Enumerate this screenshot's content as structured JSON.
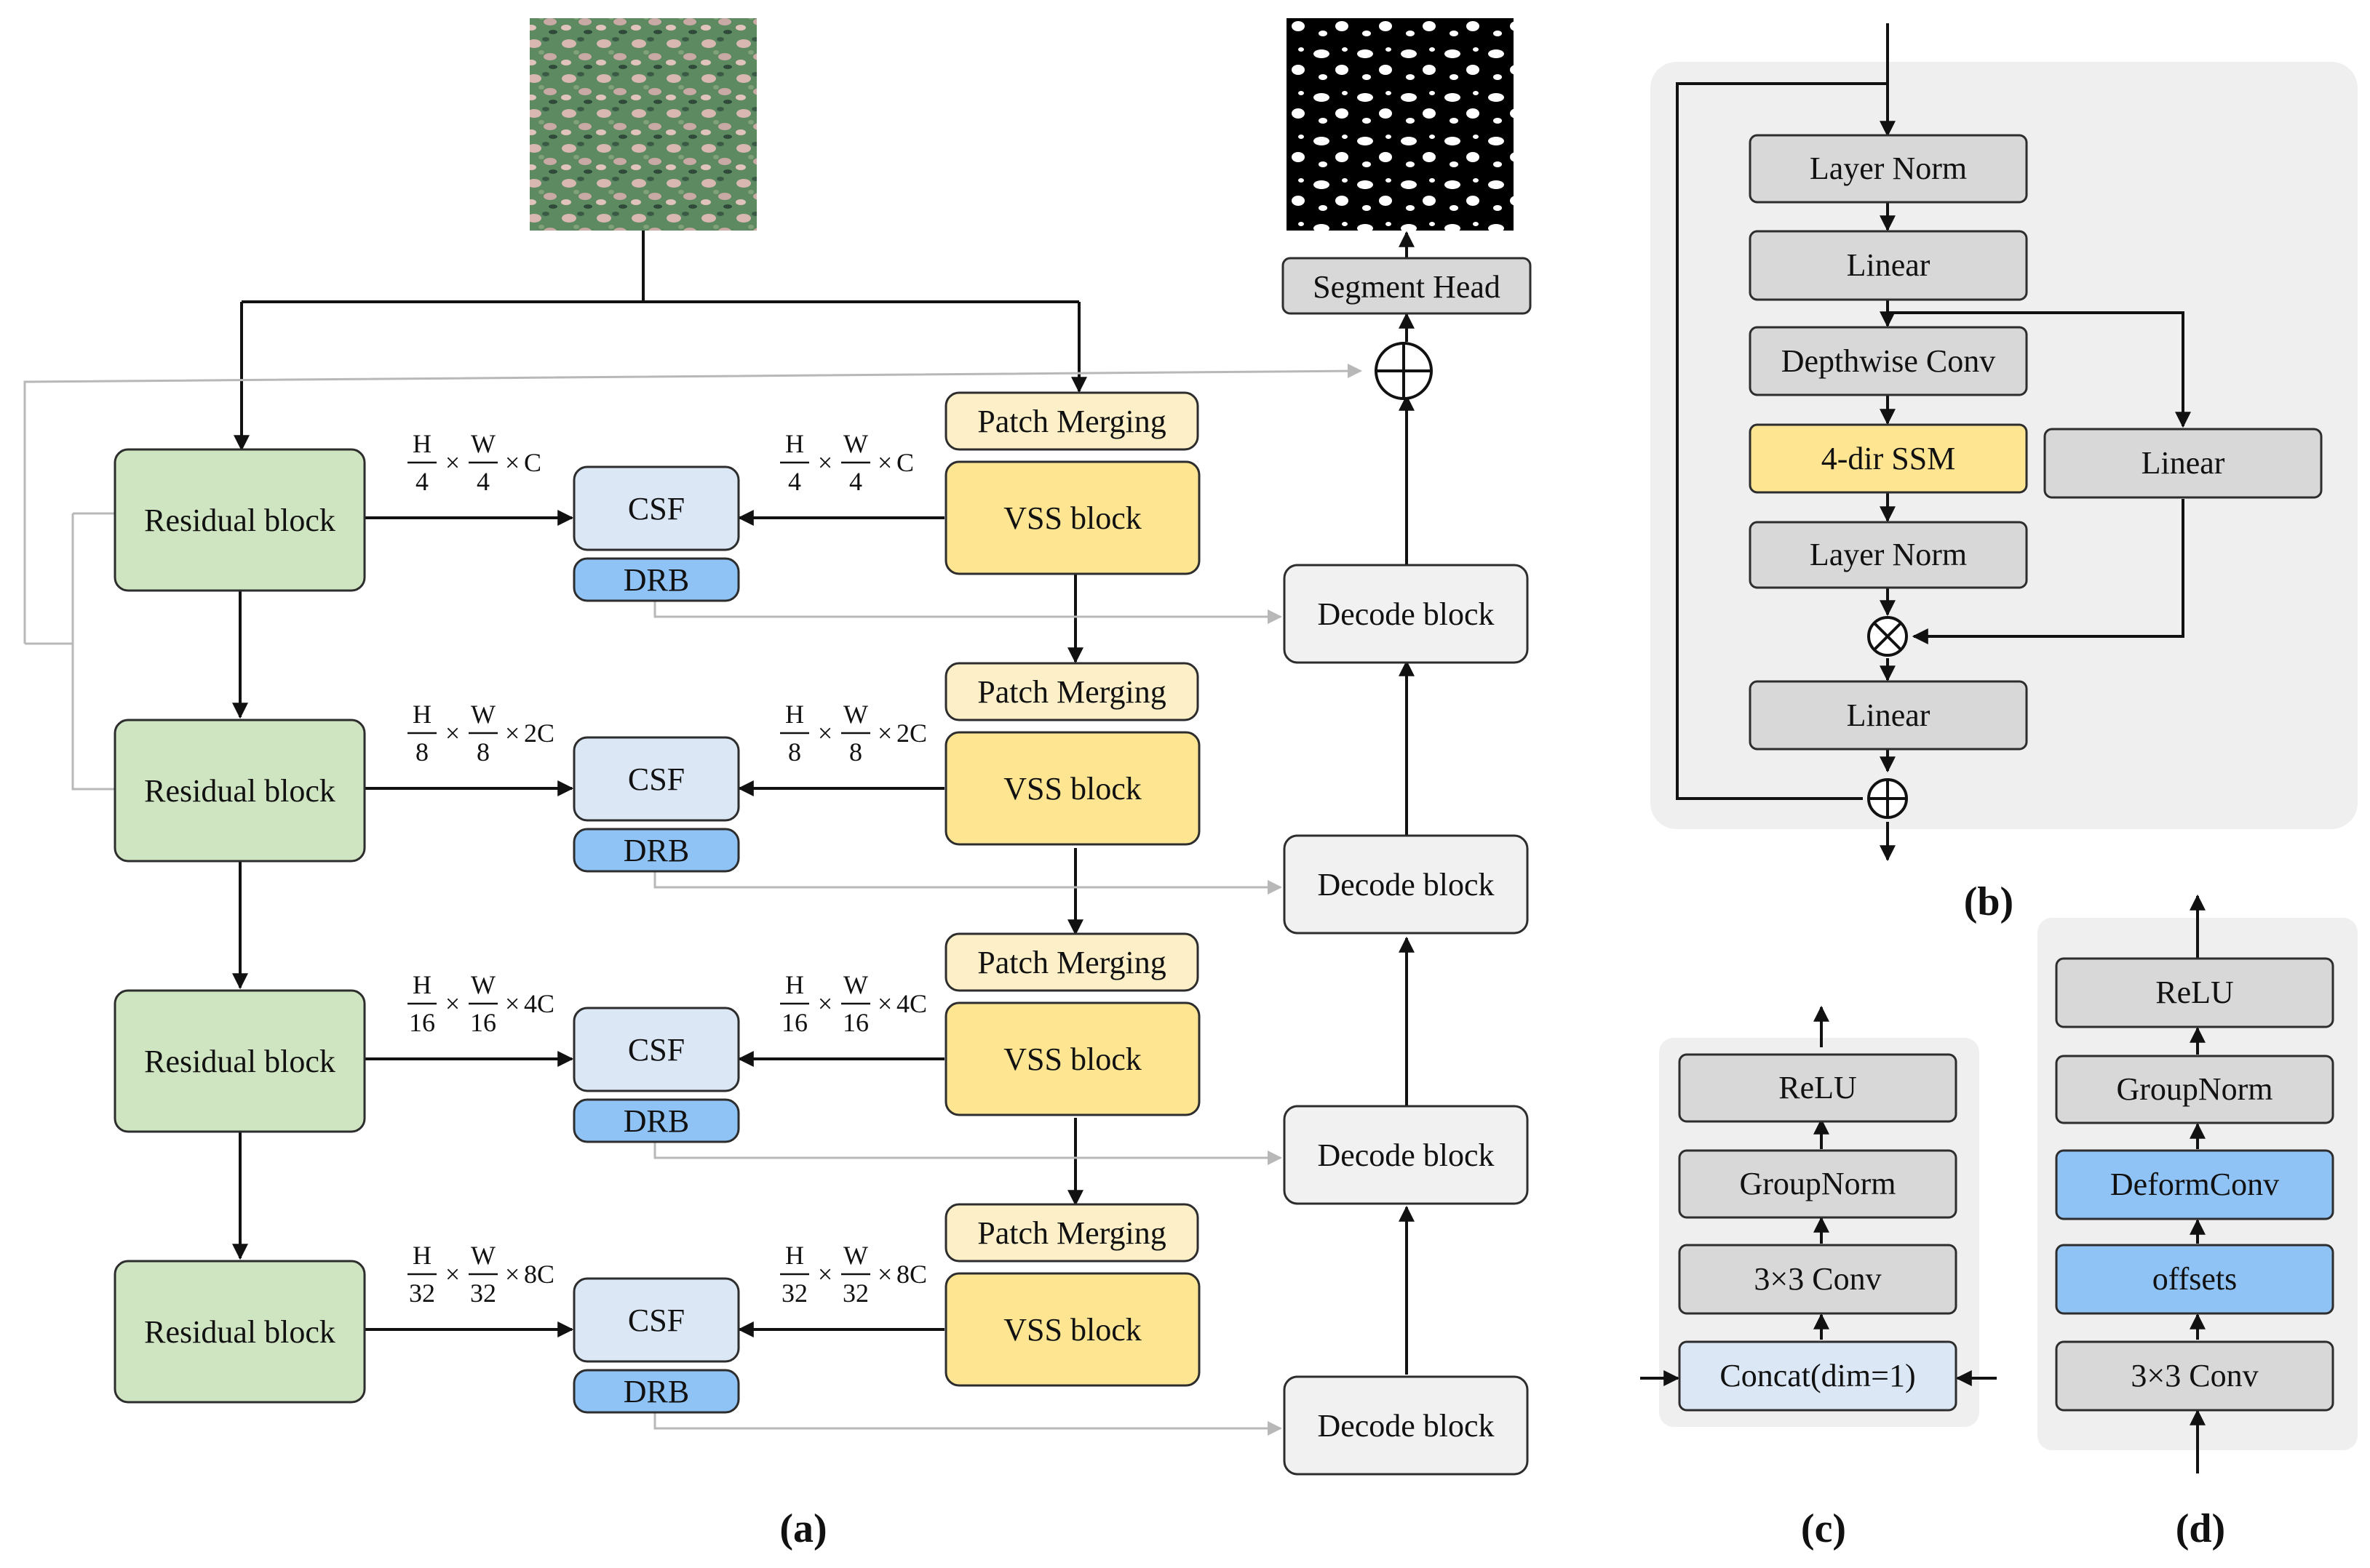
{
  "colors": {
    "green": "#cfe4c0",
    "green_stroke": "#2d2d2d",
    "lightblue": "#dbe7f5",
    "blue": "#8fc3f5",
    "yellow": "#fde591",
    "lightyellow": "#fdf0c8",
    "gray": "#d8d8d8",
    "lightgray": "#f1f1f1",
    "panel": "#efefef",
    "line": "#111111",
    "faint_line": "#b8b8b8"
  },
  "labels": {
    "residual_block": "Residual block",
    "csf": "CSF",
    "drb": "DRB",
    "vss_block": "VSS block",
    "patch_merging": "Patch Merging",
    "decode_block": "Decode block",
    "segment_head": "Segment Head"
  },
  "stages": [
    {
      "den": "4",
      "ch": "C"
    },
    {
      "den": "8",
      "ch": "2C"
    },
    {
      "den": "16",
      "ch": "4C"
    },
    {
      "den": "32",
      "ch": "8C"
    }
  ],
  "dims": {
    "h": "H",
    "w": "W",
    "times": "×"
  },
  "panel_b": {
    "layer_norm_1": "Layer Norm",
    "linear_1": "Linear",
    "depthwise_conv": "Depthwise Conv",
    "ssm": "4-dir SSM",
    "layer_norm_2": "Layer Norm",
    "linear_2": "Linear",
    "linear_side": "Linear"
  },
  "panel_c": {
    "relu": "ReLU",
    "groupnorm": "GroupNorm",
    "conv": "3×3 Conv",
    "concat": "Concat(dim=1)"
  },
  "panel_d": {
    "relu": "ReLU",
    "groupnorm": "GroupNorm",
    "deformconv": "DeformConv",
    "offsets": "offsets",
    "conv": "3×3 Conv"
  },
  "captions": {
    "a": "(a)",
    "b": "(b)",
    "c": "(c)",
    "d": "(d)"
  }
}
